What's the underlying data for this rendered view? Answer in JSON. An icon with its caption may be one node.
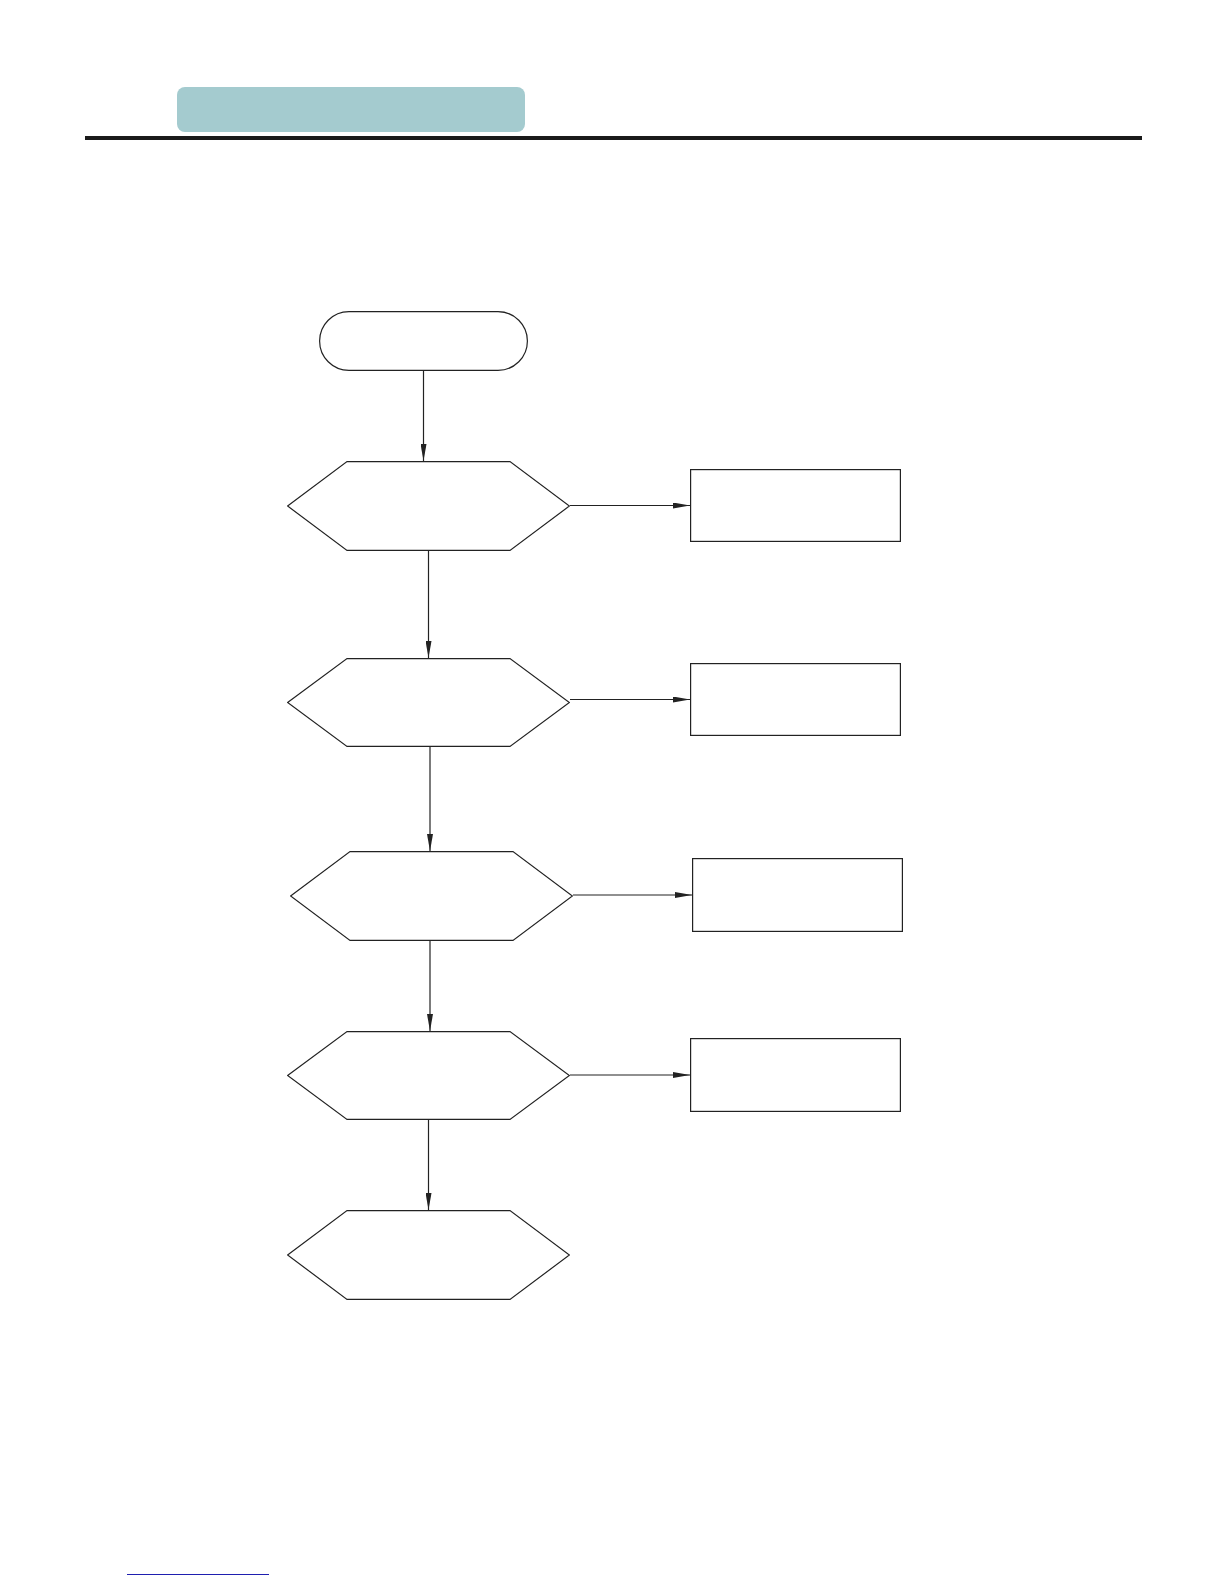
{
  "diagram": {
    "nodes": [
      {
        "text": [],
        "shape": "pill"
      },
      {
        "text": [],
        "shape": "hexagon"
      },
      {
        "text": [],
        "shape": "box"
      },
      {
        "text": [],
        "shape": "hexagon"
      },
      {
        "text": [],
        "shape": "box"
      },
      {
        "text": [],
        "shape": "hexagon"
      },
      {
        "text": [],
        "shape": "box"
      },
      {
        "text": [],
        "shape": "hexagon"
      },
      {
        "text": [],
        "shape": "box"
      },
      {
        "text": [],
        "shape": "hexagon"
      }
    ],
    "edges": [
      {
        "from": 0,
        "to": 1,
        "arrow": "to"
      },
      {
        "from": 1,
        "to": 2,
        "arrow": "to"
      },
      {
        "from": 1,
        "to": 3,
        "arrow": "to"
      },
      {
        "from": 3,
        "to": 4,
        "arrow": "to"
      },
      {
        "from": 3,
        "to": 5,
        "arrow": "to"
      },
      {
        "from": 5,
        "to": 6,
        "arrow": "to"
      },
      {
        "from": 5,
        "to": 7,
        "arrow": "to"
      },
      {
        "from": 7,
        "to": 8,
        "arrow": "to"
      },
      {
        "from": 7,
        "to": 9,
        "arrow": "to"
      }
    ]
  }
}
